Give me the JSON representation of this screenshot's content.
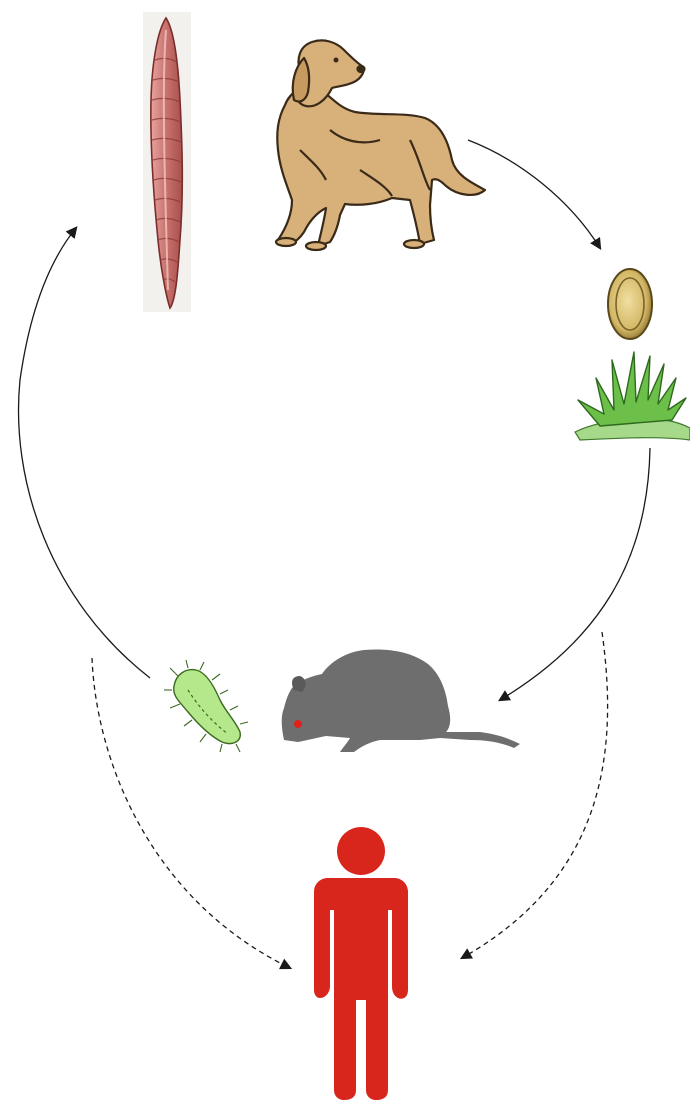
{
  "diagram": {
    "type": "life-cycle",
    "nodes": [
      {
        "id": "adult-worm",
        "icon": "worm-icon"
      },
      {
        "id": "definitive-host",
        "icon": "dog-icon"
      },
      {
        "id": "egg",
        "icon": "egg-icon"
      },
      {
        "id": "vegetation",
        "icon": "grass-icon"
      },
      {
        "id": "intermediate-host",
        "icon": "rodent-icon"
      },
      {
        "id": "larva",
        "icon": "larva-icon"
      },
      {
        "id": "human",
        "icon": "human-icon"
      }
    ],
    "edges": [
      {
        "from": "definitive-host",
        "to": "egg",
        "style": "solid"
      },
      {
        "from": "vegetation",
        "to": "intermediate-host",
        "style": "solid"
      },
      {
        "from": "larva",
        "to": "adult-worm",
        "style": "solid"
      },
      {
        "from": "intermediate-host",
        "to": "human",
        "style": "dashed"
      },
      {
        "from": "larva",
        "to": "human",
        "style": "dashed"
      }
    ],
    "colors": {
      "worm": "#c8716d",
      "dog": "#d8b07a",
      "egg": "#b89a4a",
      "grass": "#6cc04a",
      "rodent": "#6e6e6e",
      "larva": "#b4e88a",
      "human": "#d9261c",
      "arrow": "#1a1a1a"
    }
  }
}
